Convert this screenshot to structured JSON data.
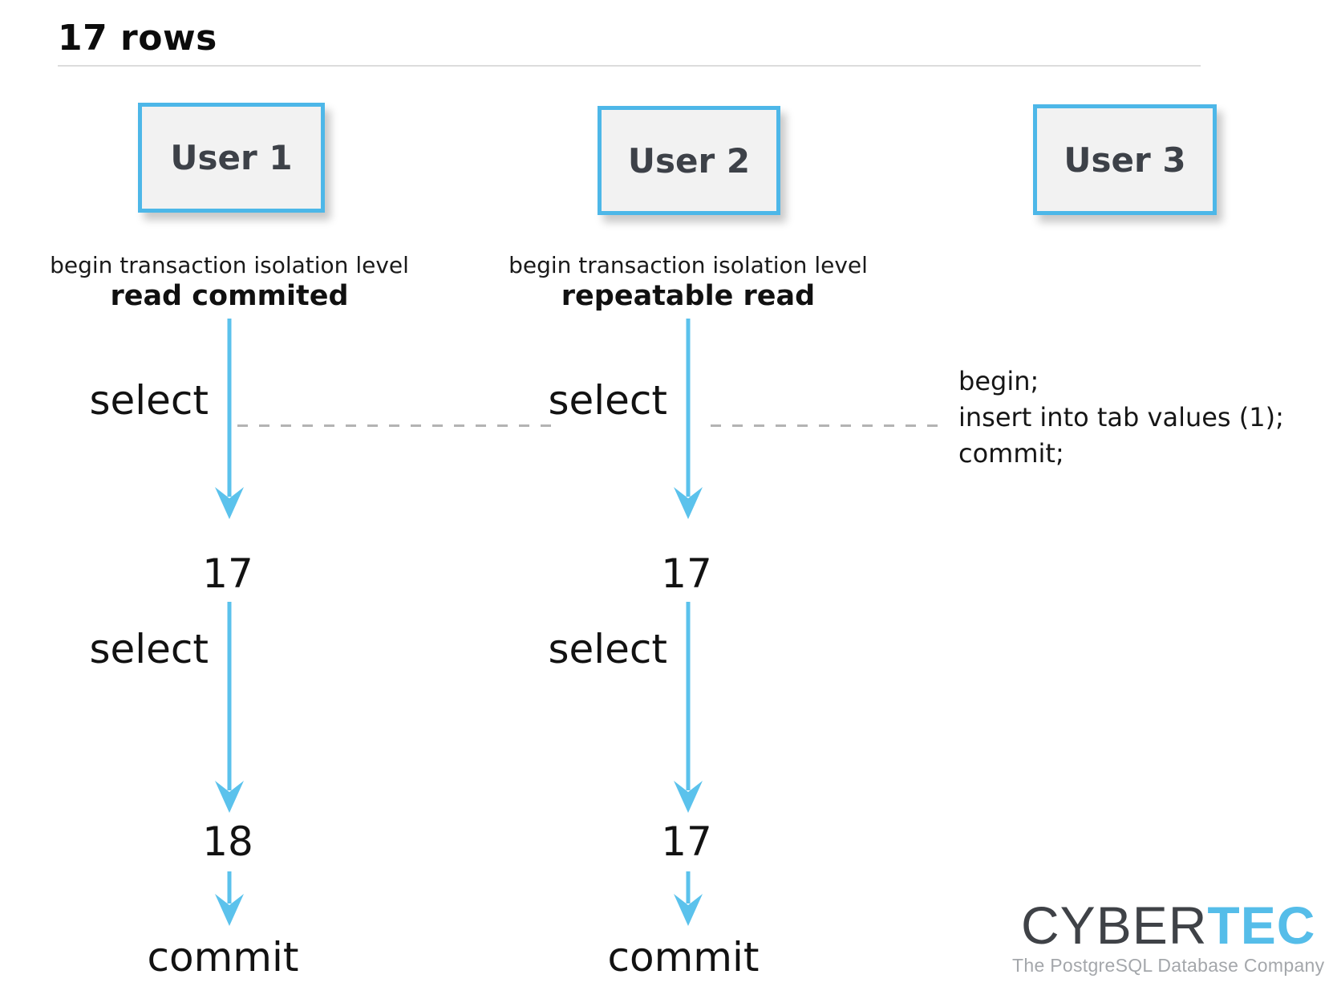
{
  "header": {
    "title": "17 rows"
  },
  "columns": {
    "user1": {
      "box_label": "User 1",
      "isolation_prefix": "begin transaction isolation level",
      "isolation_level": "read commited",
      "step1_label": "select",
      "step1_result": "17",
      "step2_label": "select",
      "step2_result": "18",
      "final_label": "commit"
    },
    "user2": {
      "box_label": "User 2",
      "isolation_prefix": "begin transaction isolation level",
      "isolation_level": "repeatable read",
      "step1_label": "select",
      "step1_result": "17",
      "step2_label": "select",
      "step2_result": "17",
      "final_label": "commit"
    },
    "user3": {
      "box_label": "User 3",
      "sql_lines": [
        "begin;",
        "insert into tab values (1);",
        "commit;"
      ]
    }
  },
  "logo": {
    "brand_part1": "CYBER",
    "brand_part2": "TEC",
    "tagline": "The PostgreSQL Database Company"
  },
  "colors": {
    "accent_blue": "#4db7e8",
    "arrow_blue": "#5bc2ec",
    "box_fill": "#f2f2f2",
    "dash_gray": "#b3b3b3",
    "logo_gray": "#3f4247",
    "logo_blue": "#55bde9",
    "tagline_gray": "#a4a7ab"
  }
}
